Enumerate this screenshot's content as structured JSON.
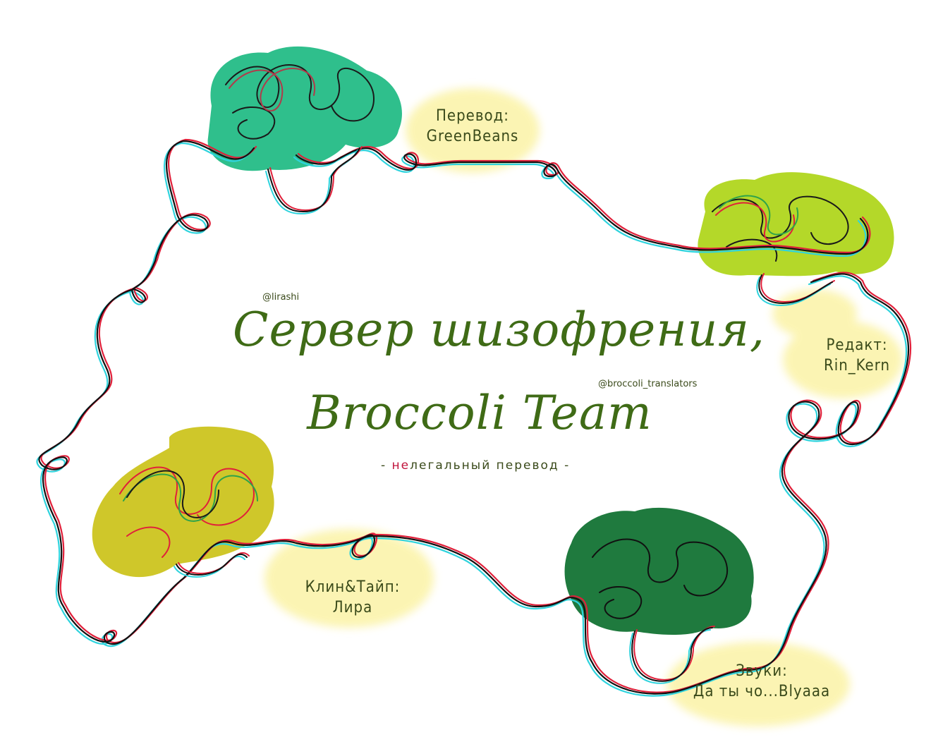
{
  "title": {
    "line1": "Сервер шизофрения,",
    "line2": "Broccoli Team"
  },
  "handle_top": "@lirashi",
  "handle_right": "@broccoli_translators",
  "subtitle": {
    "dash_left": "-",
    "highlight": "не",
    "rest": "легальный перевод",
    "dash_right": "-"
  },
  "credits": {
    "translation": {
      "role": "Перевод:",
      "name": "GreenBeans"
    },
    "editing": {
      "role": "Редакт:",
      "name": "Rin_Kern"
    },
    "cleaning_typing": {
      "role": "Клин&Тайп:",
      "name": "Лира"
    },
    "sounds": {
      "role": "Звуки:",
      "name": "Да ты чо...Blyaaa"
    }
  },
  "colors": {
    "title_text": "#3f6b16",
    "subtitle_highlight": "#c0143c",
    "broccoli_top": "#2fbf8c",
    "broccoli_right": "#9acd32",
    "broccoli_left": "#c9c826",
    "broccoli_bottom": "#1f7a3e",
    "label_wash": "#fbf3a6",
    "line_red": "#e0203a",
    "line_cyan": "#2fd3dd",
    "line_black": "#111111"
  }
}
